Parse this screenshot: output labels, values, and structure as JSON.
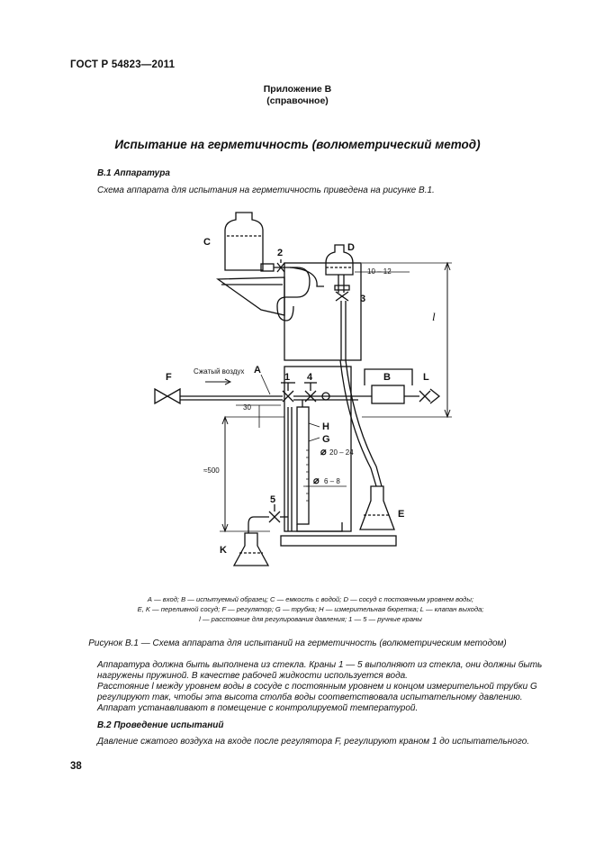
{
  "header": {
    "standard": "ГОСТ Р 54823—2011"
  },
  "appendix": {
    "name": "Приложение В",
    "type": "(справочное)"
  },
  "title": "Испытание на герметичность (волюметрический метод)",
  "section1": {
    "heading": "В.1 Аппаратура",
    "intro": "Схема аппарата для испытания на герметичность приведена на рисунке В.1."
  },
  "figure": {
    "labels": {
      "C": "C",
      "D": "D",
      "two": "2",
      "three": "3",
      "F": "F",
      "A": "A",
      "one": "1",
      "four": "4",
      "B": "B",
      "L": "L",
      "H": "H",
      "G": "G",
      "five": "5",
      "K": "K",
      "E": "E",
      "l": "l",
      "air": "Сжатый воздух",
      "d10_12": "10 – 12",
      "d20_24": "20 – 24",
      "d6_8": "6 – 8",
      "dim30": "30",
      "dim500": "≈500"
    },
    "legend": [
      "А — вход; В — испытуемый образец; С — емкость с водой; D — сосуд с постоянным уровнем воды;",
      "Е, K — переливной сосуд; F — регулятор; G — трубка; Н — измерительная бюретка; L — клапан выхода;",
      "l — расстояние для регулирования давления; 1 — 5 — ручные краны"
    ],
    "caption": "Рисунок В.1 — Схема аппарата для испытаний на герметичность (волюметрическим методом)"
  },
  "body": [
    "Аппаратура должна быть выполнена из стекла. Краны 1 — 5 выполняют из стекла, они должны быть нагружены пружиной. В качестве рабочей жидкости используется вода.",
    "Расстояние l между уровнем воды в сосуде с постоянным уровнем и концом измерительной трубки G регулируют так, чтобы эта высота столба воды соответствовала испытательному давлению.",
    "Аппарат устанавливают в помещение с контролируемой температурой."
  ],
  "section2": {
    "heading": "В.2 Проведение испытаний",
    "text": "Давление сжатого воздуха на входе после регулятора F, регулируют краном 1 до испытательного."
  },
  "page_number": "38"
}
